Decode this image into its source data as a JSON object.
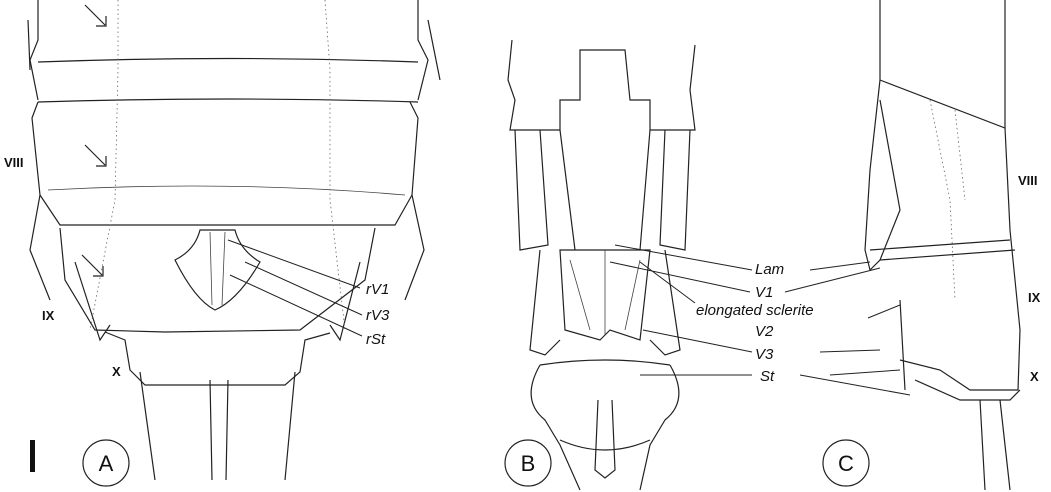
{
  "panels": [
    {
      "letter": "A",
      "segments": [
        "VIII",
        "IX",
        "X"
      ],
      "labels": [
        "rV1",
        "rV3",
        "rSt"
      ]
    },
    {
      "letter": "B",
      "labels": [
        "Lam",
        "V1",
        "elongated sclerite",
        "V2",
        "V3",
        "St"
      ]
    },
    {
      "letter": "C",
      "segments": [
        "VIII",
        "IX",
        "X"
      ]
    }
  ]
}
